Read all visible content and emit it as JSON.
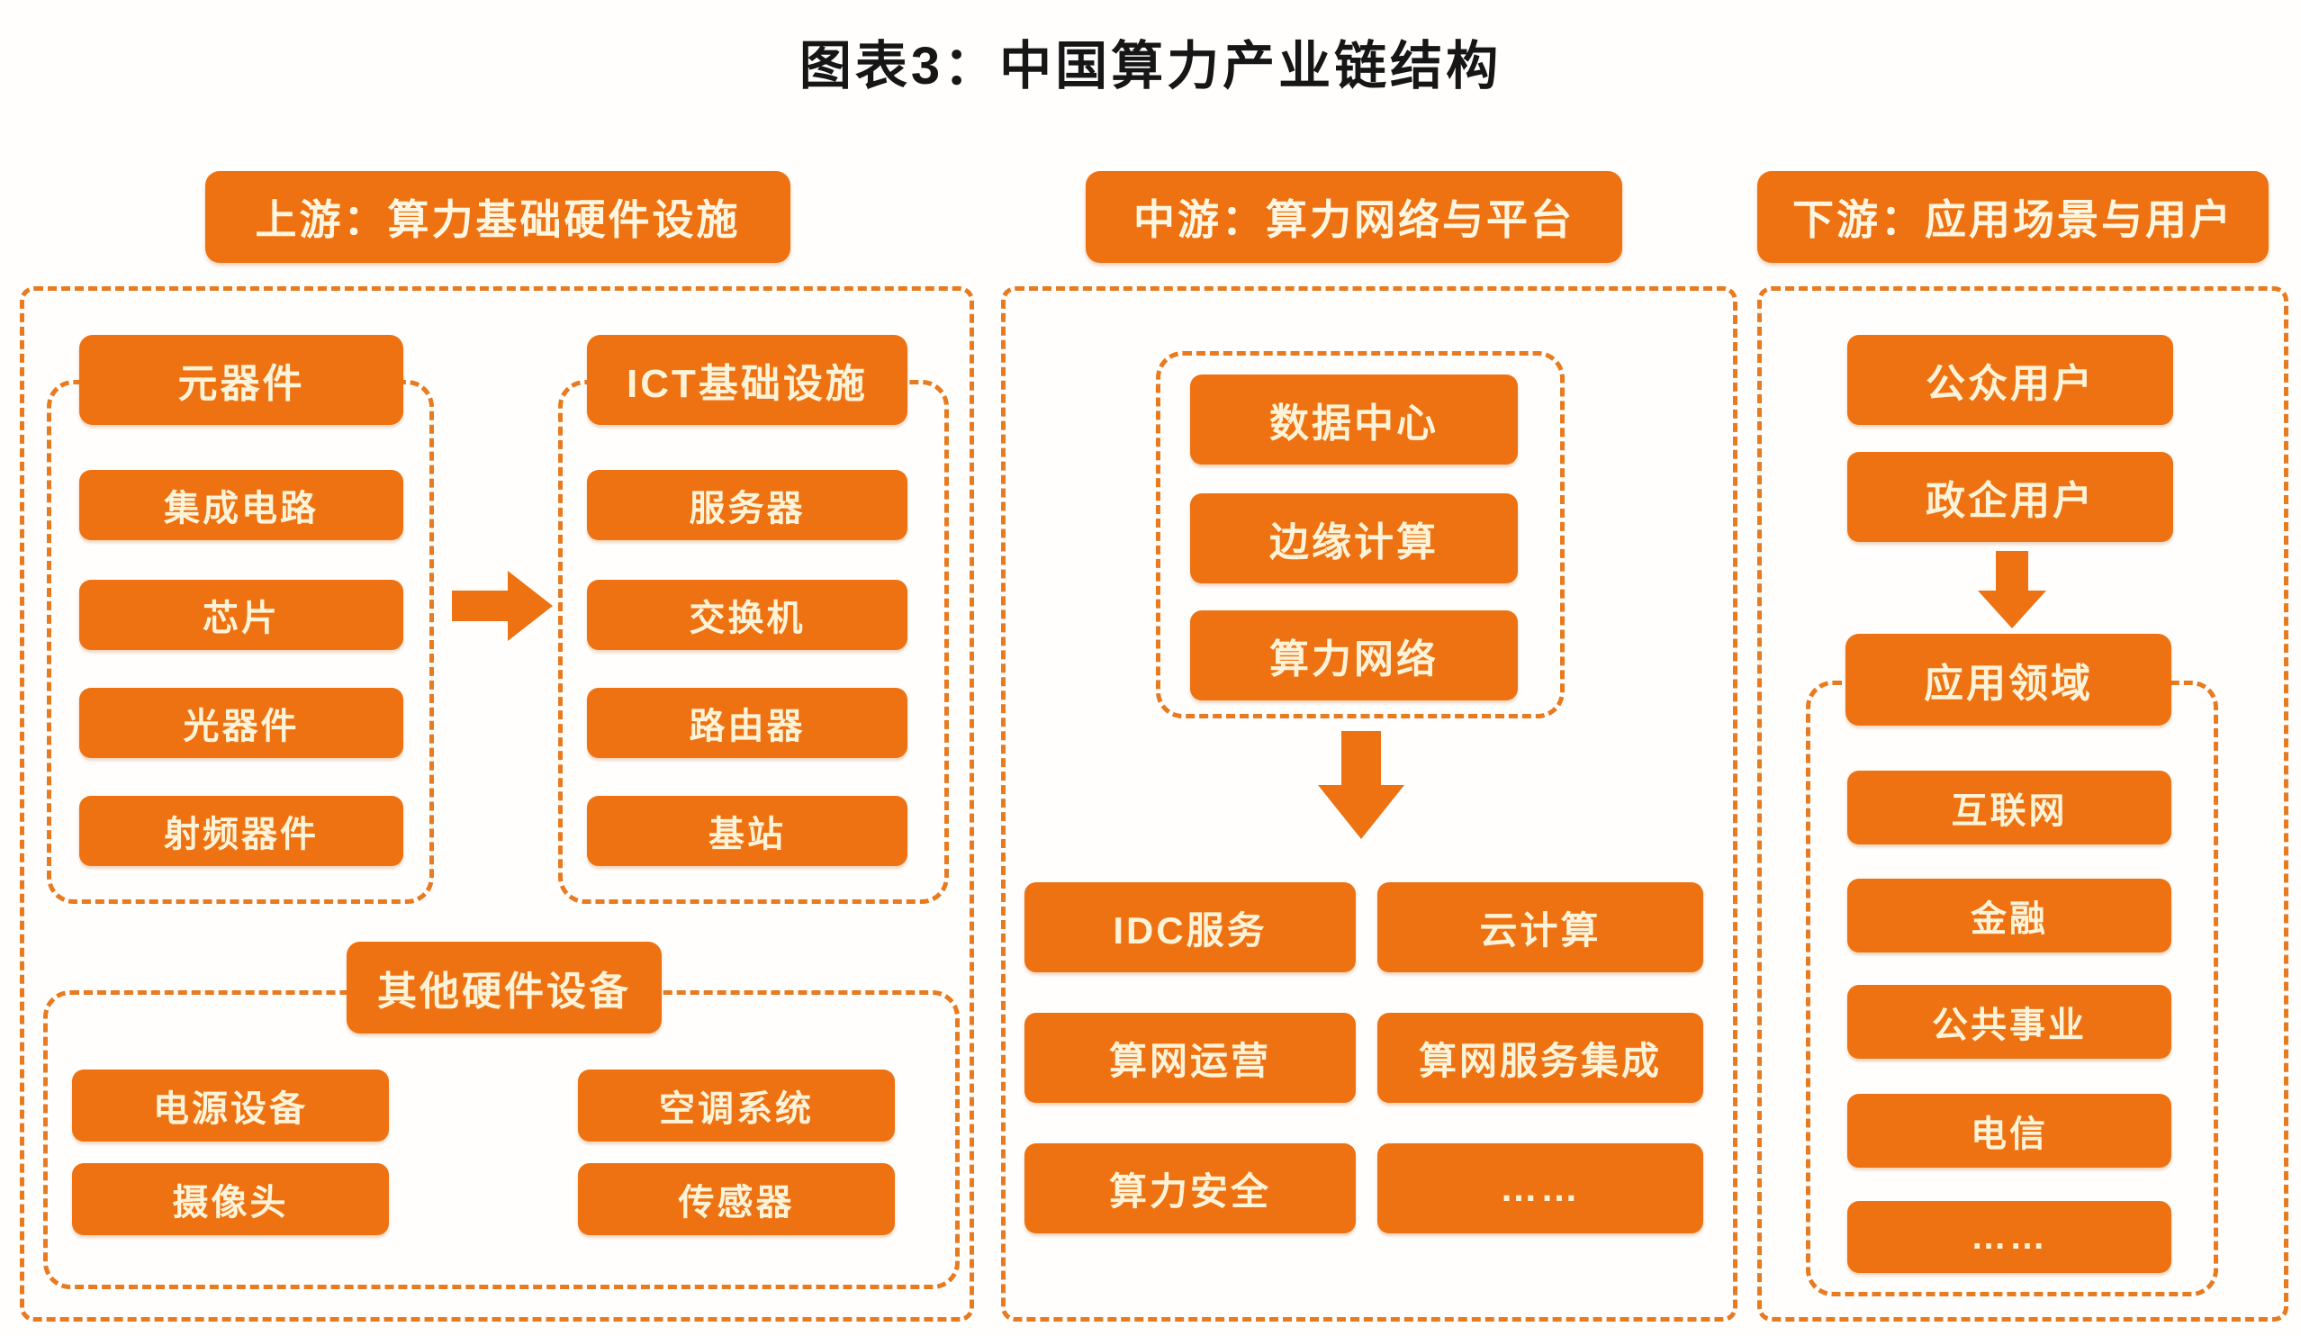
{
  "title": "图表3：中国算力产业链结构",
  "colors": {
    "accent_orange": "#ee7211",
    "dash_border": "#e87a1f",
    "box_text": "#fdf3d8",
    "title_text": "#161616"
  },
  "upstream": {
    "header": "上游：算力基础硬件设施",
    "components": {
      "header": "元器件",
      "items": [
        "集成电路",
        "芯片",
        "光器件",
        "射频器件"
      ]
    },
    "ict": {
      "header": "ICT基础设施",
      "items": [
        "服务器",
        "交换机",
        "路由器",
        "基站"
      ]
    },
    "other_hardware": {
      "header": "其他硬件设备",
      "items": [
        "电源设备",
        "空调系统",
        "摄像头",
        "传感器"
      ]
    }
  },
  "midstream": {
    "header": "中游：算力网络与平台",
    "network_platform": {
      "items": [
        "数据中心",
        "边缘计算",
        "算力网络"
      ]
    },
    "services": {
      "items": [
        "IDC服务",
        "云计算",
        "算网运营",
        "算网服务集成",
        "算力安全",
        "……"
      ]
    }
  },
  "downstream": {
    "header": "下游：应用场景与用户",
    "users": {
      "items": [
        "公众用户",
        "政企用户"
      ]
    },
    "applications": {
      "header": "应用领域",
      "items": [
        "互联网",
        "金融",
        "公共事业",
        "电信",
        "……"
      ]
    }
  }
}
